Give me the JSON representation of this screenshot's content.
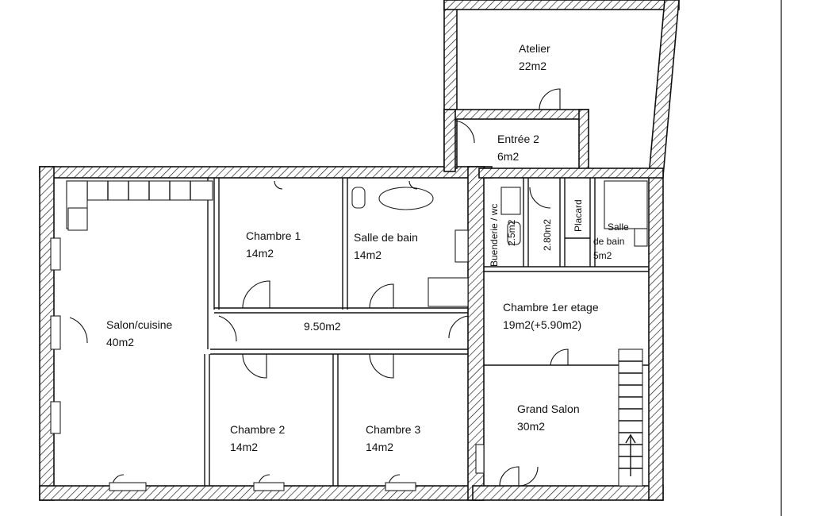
{
  "rooms": {
    "atelier": {
      "name": "Atelier",
      "area": "22m2"
    },
    "entree2": {
      "name": "Entrée 2",
      "area": "6m2"
    },
    "chambre1": {
      "name": "Chambre 1",
      "area": "14m2"
    },
    "salle_bain": {
      "name": "Salle de bain",
      "area": "14m2"
    },
    "buanderie": {
      "name": "Buenderie / wc",
      "area": "2.5m2"
    },
    "degagement": {
      "area": "2.80m2"
    },
    "placard": {
      "name": "Placard"
    },
    "salle_bain2": {
      "line1": "Salle",
      "line2": "de bain",
      "area": "5m2"
    },
    "salon_cuisine": {
      "name": "Salon/cuisine",
      "area": "40m2"
    },
    "couloir": {
      "area": "9.50m2"
    },
    "chambre_etage": {
      "name": "Chambre 1er etage",
      "area": "19m2(+5.90m2)"
    },
    "chambre2": {
      "name": "Chambre 2",
      "area": "14m2"
    },
    "chambre3": {
      "name": "Chambre 3",
      "area": "14m2"
    },
    "grand_salon": {
      "name": "Grand Salon",
      "area": "30m2"
    }
  },
  "icons": {
    "stairs": "stairs-icon",
    "door": "door-swing-icon",
    "window": "window-icon"
  }
}
